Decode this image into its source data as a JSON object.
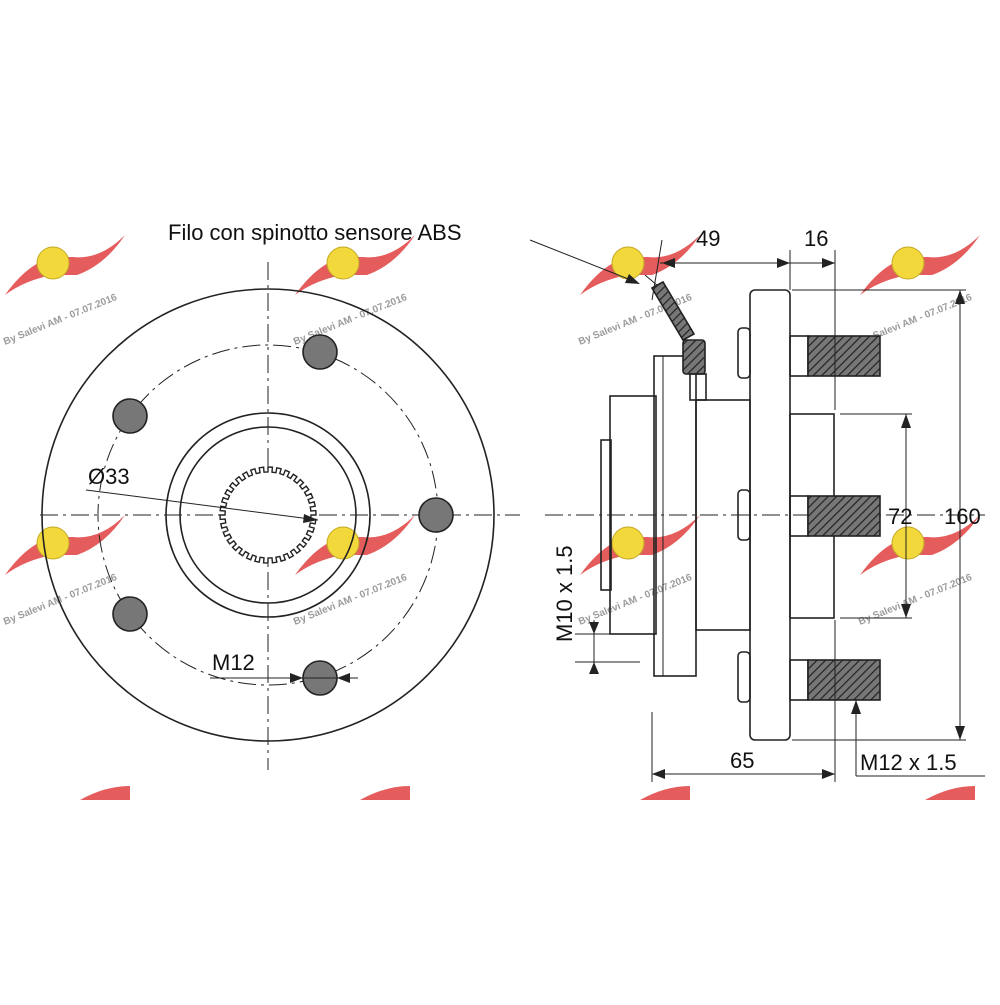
{
  "callout": {
    "abs_label": "Filo con spinotto sensore ABS"
  },
  "front_view": {
    "bore_diameter": "Ø33",
    "bolt_size": "M12"
  },
  "side_view": {
    "dim_49": "49",
    "dim_16": "16",
    "dim_72": "72",
    "dim_160": "160",
    "dim_65": "65",
    "thread_small": "M10 x 1.5",
    "thread_stud": "M12 x 1.5"
  },
  "watermark": {
    "text": "By Salevi AM - 07.07.2016",
    "wing_color": "#e04040",
    "badge_color": "#f2d21a"
  }
}
